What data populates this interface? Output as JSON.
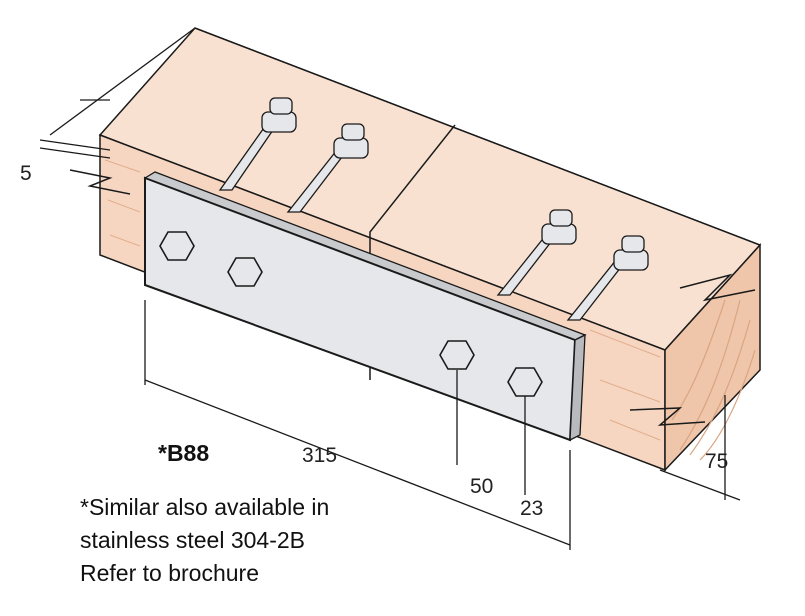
{
  "product_code": "*B88",
  "dimensions": {
    "thickness": "5",
    "length": "315",
    "bolt_spacing": "50",
    "edge_distance": "23",
    "height": "75"
  },
  "note_lines": [
    "*Similar also available in",
    "stainless steel 304-2B",
    "Refer to brochure"
  ],
  "colors": {
    "timber": "#f6d6c0",
    "timber_dark": "#e9b99c",
    "plate": "#e6e7ea",
    "line": "#1a1a1a"
  }
}
